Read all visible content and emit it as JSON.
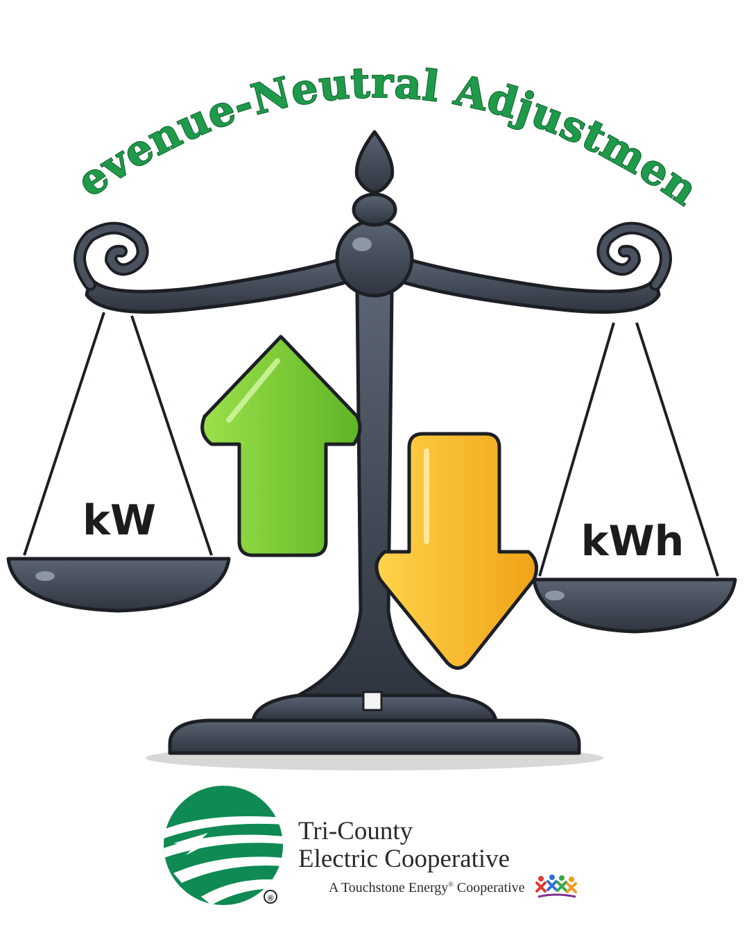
{
  "title": "Revenue-Neutral Adjustment",
  "scale": {
    "left_label": "kW",
    "right_label": "kWh"
  },
  "arrows": {
    "up_color": "#8fd13a",
    "down_color": "#f7b928"
  },
  "brand": {
    "name_line1": "Tri-County",
    "name_line2": "Electric Cooperative",
    "tagline_part1": "A Touchstone Energy",
    "tagline_reg": "®",
    "tagline_part2": " Cooperative",
    "registered_mark": "®",
    "logo_color": "#0e8a52"
  }
}
